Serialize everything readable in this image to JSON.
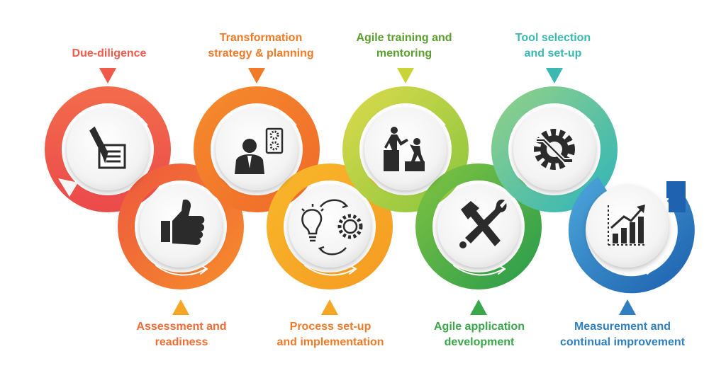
{
  "steps": [
    {
      "id": "due-diligence",
      "color": "#f05a4a",
      "icon": "document-pen-icon",
      "label": [
        "Due-diligence"
      ]
    },
    {
      "id": "assessment",
      "color": "#f26d35",
      "icon": "thumbs-up-icon",
      "label": [
        "Assessment and",
        "readiness"
      ]
    },
    {
      "id": "transformation",
      "color": "#f07a28",
      "icon": "businessman-gears-icon",
      "label": [
        "Transformation",
        "strategy & planning"
      ]
    },
    {
      "id": "process",
      "color": "#f5a623",
      "icon": "lightbulb-gear-cycle-icon",
      "label": [
        "Process set-up",
        "and implementation"
      ]
    },
    {
      "id": "agile-training",
      "color": "#9cc83a",
      "icon": "mentoring-climb-icon",
      "label": [
        "Agile training and",
        "mentoring"
      ]
    },
    {
      "id": "agile-dev",
      "color": "#3aa84a",
      "icon": "hammer-wrench-icon",
      "label": [
        "Agile application",
        "development"
      ]
    },
    {
      "id": "tool-selection",
      "color": "#3bb8b0",
      "icon": "gear-wrench-icon",
      "label": [
        "Tool selection",
        "and set-up"
      ]
    },
    {
      "id": "measurement",
      "color": "#2f7fc1",
      "icon": "growth-chart-icon",
      "label": [
        "Measurement  and",
        "continual improvement"
      ]
    }
  ]
}
